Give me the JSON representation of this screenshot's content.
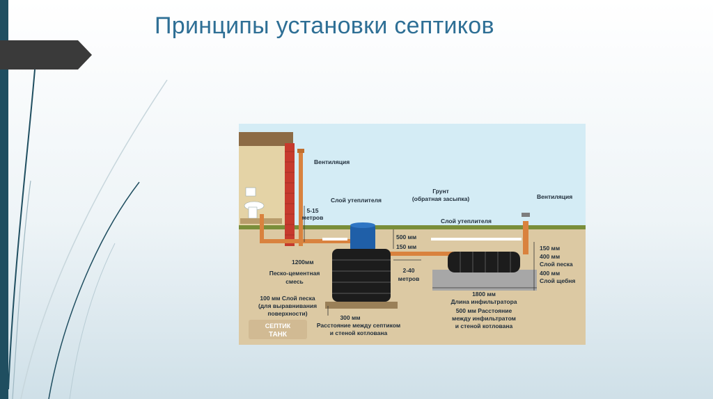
{
  "slide": {
    "title": "Принципы установки септиков"
  },
  "diagram": {
    "labels": {
      "ventilation_left": "Вентиляция",
      "distance_top": "5-15",
      "distance_bottom": "метров",
      "insulation_left": "Слой утеплителя",
      "soil_line1": "Грунт",
      "soil_line2": "(обратная засыпка)",
      "insulation_right": "Слой утеплителя",
      "ventilation_right": "Вентиляция",
      "depth_500": "500 мм",
      "depth_150_left": "150 мм",
      "depth_1200": "1200мм",
      "mix_line1": "Песко-цементная",
      "mix_line2": "смесь",
      "gap_top": "2-40",
      "gap_bottom": "метров",
      "sand_line1": "100 мм Слой песка",
      "sand_line2": "(для выравнивания",
      "sand_line3": "поверхности)",
      "dist_300": "300 мм",
      "tank_pit_line1": "Расстояние между септиком",
      "tank_pit_line2": "и стеной котлована",
      "len_1800": "1800 мм",
      "infiltrator_length": "Длина инфильтратора",
      "infil_pit_line1": "500 мм Расстояние",
      "infil_pit_line2": "между инфильтратом",
      "infil_pit_line3": "и стеной котлована",
      "right_150": "150 мм",
      "right_400_sand_a": "400 мм",
      "right_400_sand_b": "Слой песка",
      "right_400_gravel_a": "400 мм",
      "right_400_gravel_b": "Слой щебня",
      "brand_line1": "СЕПТИК",
      "brand_line2": "ТАНК"
    }
  },
  "colors": {
    "title": "#2e6f95",
    "accent_band": "#1f4e60",
    "arrow_tab": "#3a3a3a",
    "sky": "#cfe9f3",
    "ground": "#dcc9a3",
    "pipe": "#d9823e",
    "brick": "#c63a2d",
    "tank": "#1c1c1c"
  }
}
